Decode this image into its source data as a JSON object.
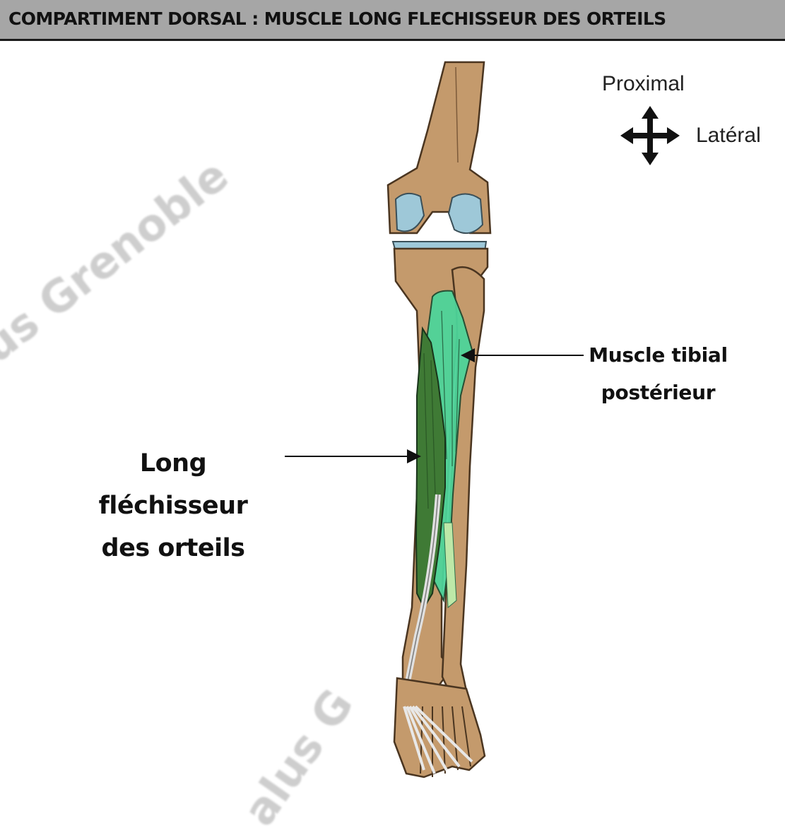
{
  "header": {
    "title": "COMPARTIMENT DORSAL : MUSCLE LONG FLECHISSEUR DES ORTEILS"
  },
  "watermark": {
    "text_1": "us Grenoble",
    "text_2": "alus G"
  },
  "orientation": {
    "proximal": "Proximal",
    "lateral": "Latéral",
    "icon": "four-way-arrow-icon"
  },
  "labels": {
    "flexor": {
      "line1": "Long fléchisseur",
      "line2": "des orteils"
    },
    "tibial": {
      "line1": "Muscle tibial",
      "line2": "postérieur"
    }
  },
  "colors": {
    "bone": "#c49a6c",
    "cartilage": "#9ec8d8",
    "flexor_muscle": "#3f7a35",
    "tibialis_muscle": "#4dd49a",
    "tendon": "#e0e0e0",
    "header_bg": "#a6a6a6"
  }
}
